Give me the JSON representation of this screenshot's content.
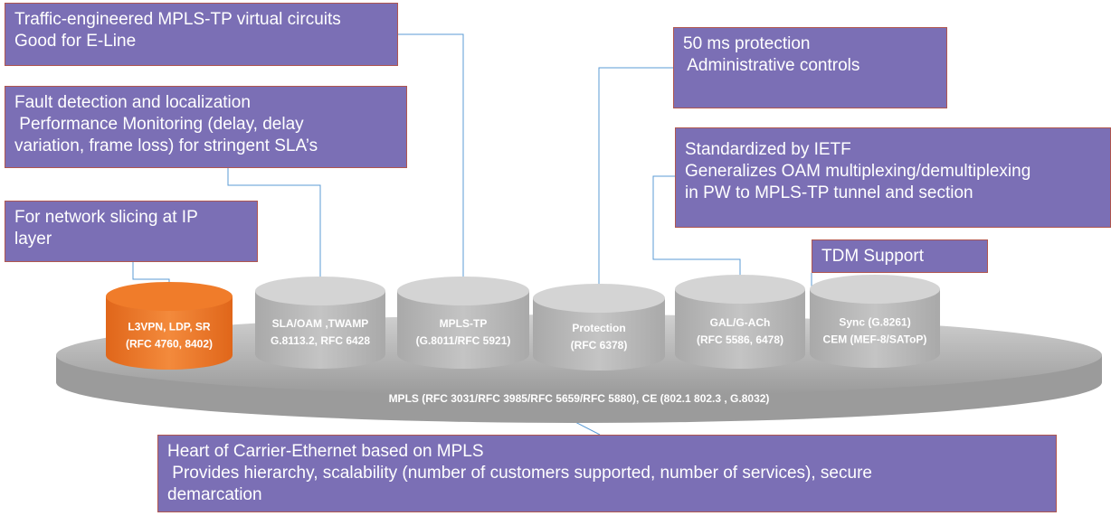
{
  "colors": {
    "callout_fill": "#7b6fb5",
    "callout_border": "#b0564f",
    "connector": "#5b9bd5",
    "cylinder_gray": "#bfbfbf",
    "cylinder_orange": "#f07c2a",
    "base_gray": "#a6a6a6"
  },
  "callouts": {
    "traffic": {
      "lines": [
        "Traffic-engineered MPLS-TP virtual circuits",
        "Good for E-Line"
      ]
    },
    "fault": {
      "lines": [
        "Fault detection and localization",
        " Performance Monitoring (delay, delay",
        "variation, frame loss) for stringent SLA’s"
      ]
    },
    "slicing": {
      "lines": [
        "For network slicing at IP",
        "layer"
      ]
    },
    "protection": {
      "lines": [
        "50 ms protection",
        " Administrative controls"
      ]
    },
    "ietf": {
      "lines": [
        "Standardized by IETF",
        "Generalizes OAM multiplexing/demultiplexing",
        "in PW to MPLS-TP tunnel and section"
      ]
    },
    "tdm": {
      "lines": [
        "TDM Support"
      ]
    },
    "heart": {
      "lines": [
        "Heart of Carrier-Ethernet based on MPLS",
        " Provides hierarchy, scalability (number of customers supported, number of services), secure",
        "demarcation"
      ]
    }
  },
  "cylinders": [
    {
      "line1": "L3VPN, LDP, SR",
      "line2": "(RFC 4760, 8402)",
      "color": "orange"
    },
    {
      "line1": "SLA/OAM ,TWAMP",
      "line2": "G.8113.2, RFC 6428",
      "color": "gray"
    },
    {
      "line1": "MPLS-TP",
      "line2": "(G.8011/RFC 5921)",
      "color": "gray"
    },
    {
      "line1": "Protection",
      "line2": "(RFC 6378)",
      "color": "gray"
    },
    {
      "line1": "GAL/G-ACh",
      "line2": "(RFC 5586, 6478)",
      "color": "gray"
    },
    {
      "line1": "Sync (G.8261)",
      "line2": "CEM (MEF-8/SAToP)",
      "color": "gray"
    }
  ],
  "base": {
    "label": "MPLS (RFC 3031/RFC 3985/RFC 5659/RFC 5880), CE (802.1 802.3 , G.8032)"
  }
}
